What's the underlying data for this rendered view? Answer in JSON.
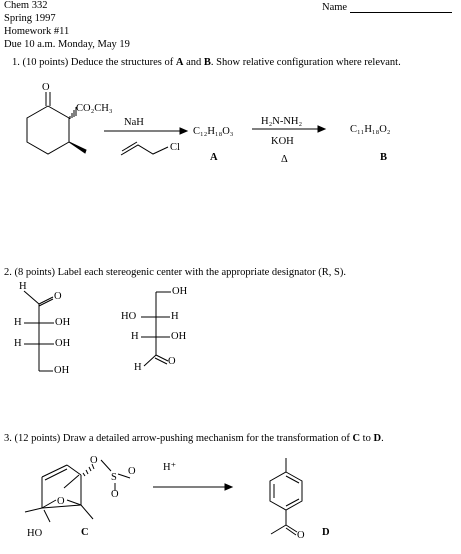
{
  "header": {
    "course": "Chem 332",
    "term": "Spring 1997",
    "assignment": "Homework #11",
    "due": "Due 10 a.m. Monday, May 19",
    "name_label": "Name"
  },
  "q1": {
    "prompt_a": "1.  (10 points) Deduce the structures of ",
    "A": "A",
    "and": " and ",
    "B": "B",
    "prompt_b": ".  Show relative configuration where relevant.",
    "reagent1": "NaH",
    "ester": "CO₂CH₃",
    "chloride": "Cl",
    "formula_A": "C₁₂H₁₈O₃",
    "reagent2": "H₂N-NH₂",
    "reagent3": "KOH",
    "heat": "Δ",
    "formula_B": "C₁₁H₁₈O₂",
    "ketone_O": "O"
  },
  "q2": {
    "prompt": "2.  (8 points)  Label each stereogenic center with the appropriate designator (R, S).",
    "left": {
      "H": "H",
      "O": "O",
      "OH": "OH"
    },
    "right": {
      "OH": "OH",
      "HO": "HO",
      "H": "H",
      "O": "O"
    }
  },
  "q3": {
    "prompt_a": "3.  (12 points)  Draw a detailed arrow-pushing mechanism for the transformation of  ",
    "C": "C",
    "to": " to ",
    "D": "D",
    "period": ".",
    "reagent": "H⁺",
    "O_bridge": "O",
    "O_ester": "O",
    "S": "S",
    "HO": "HO",
    "O_ketone": "O"
  }
}
